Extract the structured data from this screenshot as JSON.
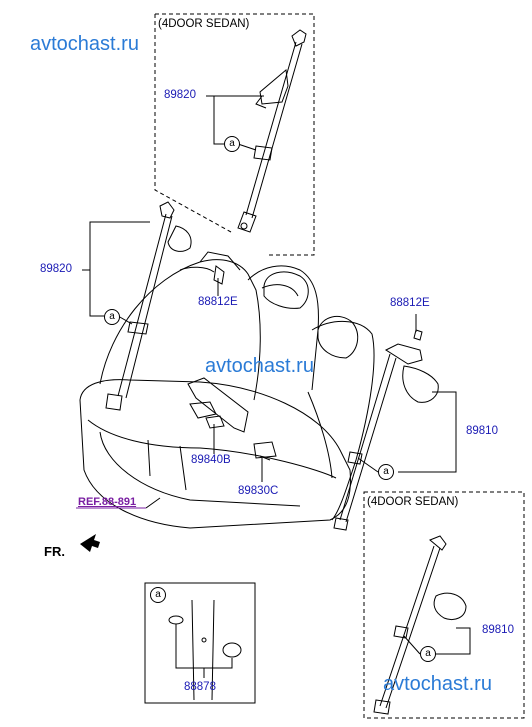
{
  "watermarks": [
    "avtochast.ru",
    "avtochast.ru",
    "avtochast.ru"
  ],
  "boxes": {
    "sedan_top_title": "(4DOOR SEDAN)",
    "sedan_bottom_title": "(4DOOR SEDAN)",
    "detail_callout": "a"
  },
  "parts": {
    "belt_rear_lh_sedan": "89820",
    "belt_rear_lh": "89820",
    "bolt_upper_center": "88812E",
    "bolt_right": "88812E",
    "belt_rear_rh": "89810",
    "belt_rear_rh_sedan": "89810",
    "buckle_lh": "89840B",
    "buckle_center": "89830C",
    "cap": "88878"
  },
  "callout_letter": "a",
  "reference": "REF.88-891",
  "front_marker": "FR."
}
